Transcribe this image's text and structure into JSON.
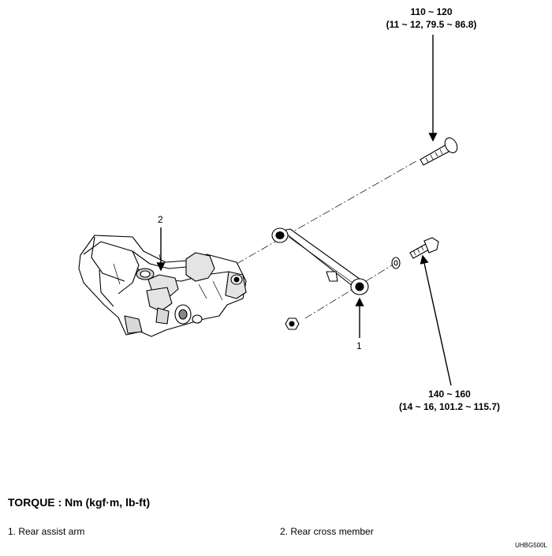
{
  "torque_top": {
    "line1": "110 ~ 120",
    "line2": "(11 ~ 12, 79.5 ~ 86.8)"
  },
  "torque_right": {
    "line1": "140 ~ 160",
    "line2": "(14 ~ 16, 101.2 ~ 115.7)"
  },
  "callouts": {
    "assist_arm": "1",
    "cross_member": "2"
  },
  "torque_unit_label": "TORQUE : Nm (kgf·m, lb-ft)",
  "legend": [
    {
      "text": "1. Rear assist arm"
    },
    {
      "text": "2. Rear cross member"
    }
  ],
  "figure_code": "UHBG500L"
}
